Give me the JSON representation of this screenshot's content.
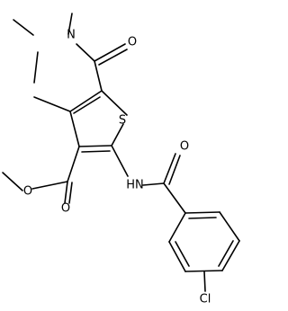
{
  "molecule": {
    "atom_labels": {
      "n_amide": "N",
      "o_amide_top": "O",
      "s_ring": "S",
      "hn_amide": "HN",
      "o_amide_benzoyl": "O",
      "o_ester_carbonyl": "O",
      "o_ester_methoxy": "O",
      "cl": "Cl"
    }
  }
}
